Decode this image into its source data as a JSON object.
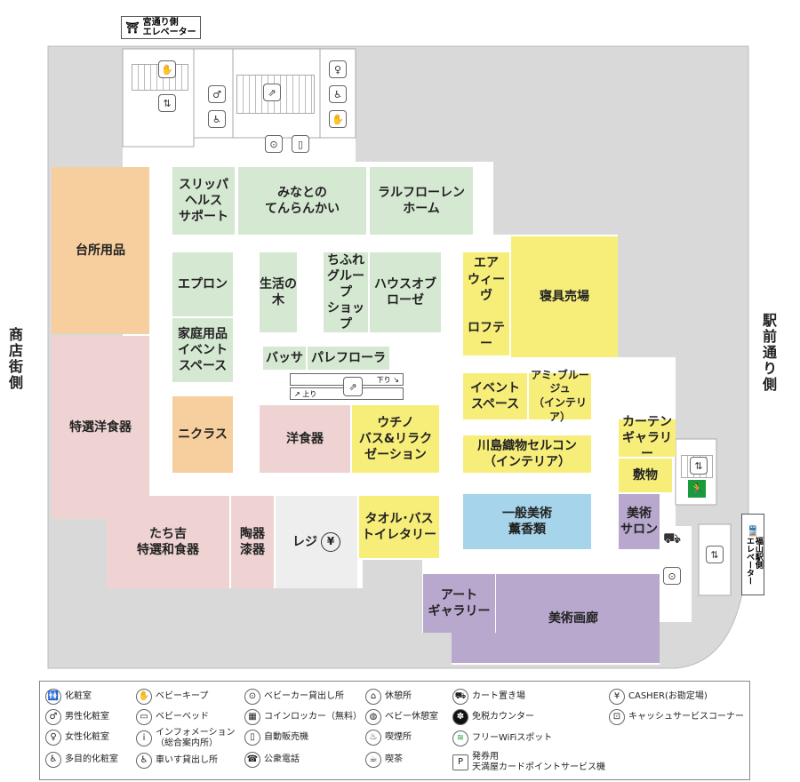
{
  "top_elevator": {
    "label": "宮通り側\nエレベーター"
  },
  "right_elevator": {
    "label": "福山駅側\nエレベーター"
  },
  "side_labels": {
    "left": "商店街側",
    "right": "駅前通り側"
  },
  "areas": [
    {
      "id": "slipper",
      "label": "スリッパ\nヘルス\nサポート",
      "color": "green"
    },
    {
      "id": "minato",
      "label": "みなとの\nてんらんかい",
      "color": "green"
    },
    {
      "id": "ralph",
      "label": "ラルフローレン\nホーム",
      "color": "green"
    },
    {
      "id": "kitchen",
      "label": "台所用品",
      "color": "orange"
    },
    {
      "id": "apron",
      "label": "エプロン",
      "color": "green"
    },
    {
      "id": "seikatsu",
      "label": "生活の木",
      "color": "green"
    },
    {
      "id": "chifure",
      "label": "ちふれ\nグループ\nショップ",
      "color": "green"
    },
    {
      "id": "house",
      "label": "ハウスオブ\nローゼ",
      "color": "green"
    },
    {
      "id": "air",
      "label": "エア\nウィーヴ\n\nロフテー",
      "color": "yellow"
    },
    {
      "id": "bedding",
      "label": "寝具売場",
      "color": "yellow"
    },
    {
      "id": "katei",
      "label": "家庭用品\nイベント\nスペース",
      "color": "green"
    },
    {
      "id": "bassa",
      "label": "バッサ",
      "color": "green"
    },
    {
      "id": "pare",
      "label": "パレフローラ",
      "color": "green"
    },
    {
      "id": "event",
      "label": "イベント\nスペース",
      "color": "yellow"
    },
    {
      "id": "ami",
      "label": "アミ･ブルージュ\n（インテリア）",
      "color": "yellow"
    },
    {
      "id": "tokusen",
      "label": "特選洋食器",
      "color": "pink"
    },
    {
      "id": "nikuras",
      "label": "ニクラス",
      "color": "orange"
    },
    {
      "id": "yoshokki",
      "label": "洋食器",
      "color": "pink"
    },
    {
      "id": "uchino",
      "label": "ウチノ\nバス&リラク\nゼーション",
      "color": "yellow"
    },
    {
      "id": "kawashima",
      "label": "川島織物セルコン\n（インテリア）",
      "color": "yellow"
    },
    {
      "id": "curtain",
      "label": "カーテン\nギャラリー",
      "color": "yellow"
    },
    {
      "id": "shikimono",
      "label": "敷物",
      "color": "yellow"
    },
    {
      "id": "tachikichi",
      "label": "たち吉\n特選和食器",
      "color": "pink"
    },
    {
      "id": "touki",
      "label": "陶器\n漆器",
      "color": "pink"
    },
    {
      "id": "register",
      "label": "レジ",
      "color": "lgray"
    },
    {
      "id": "towel",
      "label": "タオル･バス\nトイレタリー",
      "color": "yellow"
    },
    {
      "id": "bijutsu",
      "label": "一般美術\n薫香類",
      "color": "blue"
    },
    {
      "id": "salon",
      "label": "美術\nサロン",
      "color": "purple"
    },
    {
      "id": "art",
      "label": "アート\nギャラリー",
      "color": "purple"
    },
    {
      "id": "garou",
      "label": "美術画廊",
      "color": "purple"
    }
  ],
  "escalator": {
    "down": "下り",
    "up": "上り"
  },
  "legend": [
    {
      "icon": "restroom-icon",
      "glyph": "🚻",
      "label": "化粧室"
    },
    {
      "icon": "male-restroom-icon",
      "glyph": "♂",
      "label": "男性化粧室"
    },
    {
      "icon": "female-restroom-icon",
      "glyph": "♀",
      "label": "女性化粧室"
    },
    {
      "icon": "multipurpose-restroom-icon",
      "glyph": "♿",
      "label": "多目的化粧室"
    },
    {
      "icon": "baby-keep-icon",
      "glyph": "✋",
      "label": "ベビーキープ"
    },
    {
      "icon": "baby-bed-icon",
      "glyph": "▭",
      "label": "ベビーベッド"
    },
    {
      "icon": "information-icon",
      "glyph": "i",
      "label": "インフォメーション\n（総合案内所）"
    },
    {
      "icon": "wheelchair-icon",
      "glyph": "♿",
      "label": "車いす貸出し所"
    },
    {
      "icon": "stroller-icon",
      "glyph": "⊙",
      "label": "ベビーカー貸出し所"
    },
    {
      "icon": "coin-locker-icon",
      "glyph": "▦",
      "label": "コインロッカー（無料）"
    },
    {
      "icon": "vending-machine-icon",
      "glyph": "▯",
      "label": "自動販売機"
    },
    {
      "icon": "public-phone-icon",
      "glyph": "☎",
      "label": "公衆電話"
    },
    {
      "icon": "rest-area-icon",
      "glyph": "⌂",
      "label": "休憩所"
    },
    {
      "icon": "baby-rest-icon",
      "glyph": "◍",
      "label": "ベビー休憩室"
    },
    {
      "icon": "smoking-icon",
      "glyph": "♨",
      "label": "喫煙所"
    },
    {
      "icon": "cafe-icon",
      "glyph": "☕",
      "label": "喫茶"
    },
    {
      "icon": "cart-icon",
      "glyph": "⛟",
      "label": "カート置き場"
    },
    {
      "icon": "tax-free-icon",
      "glyph": "✽",
      "label": "免税カウンター"
    },
    {
      "icon": "wifi-icon",
      "glyph": "≋",
      "label": "フリーWiFiスポット"
    },
    {
      "icon": "parking-ticket-icon",
      "glyph": "P",
      "label": "発券用\n天満屋カードポイントサービス機"
    },
    {
      "icon": "casher-icon",
      "glyph": "¥",
      "label": "CASHER(お勘定場)"
    },
    {
      "icon": "cash-service-icon",
      "glyph": "⊡",
      "label": "キャッシュサービスコーナー"
    }
  ]
}
